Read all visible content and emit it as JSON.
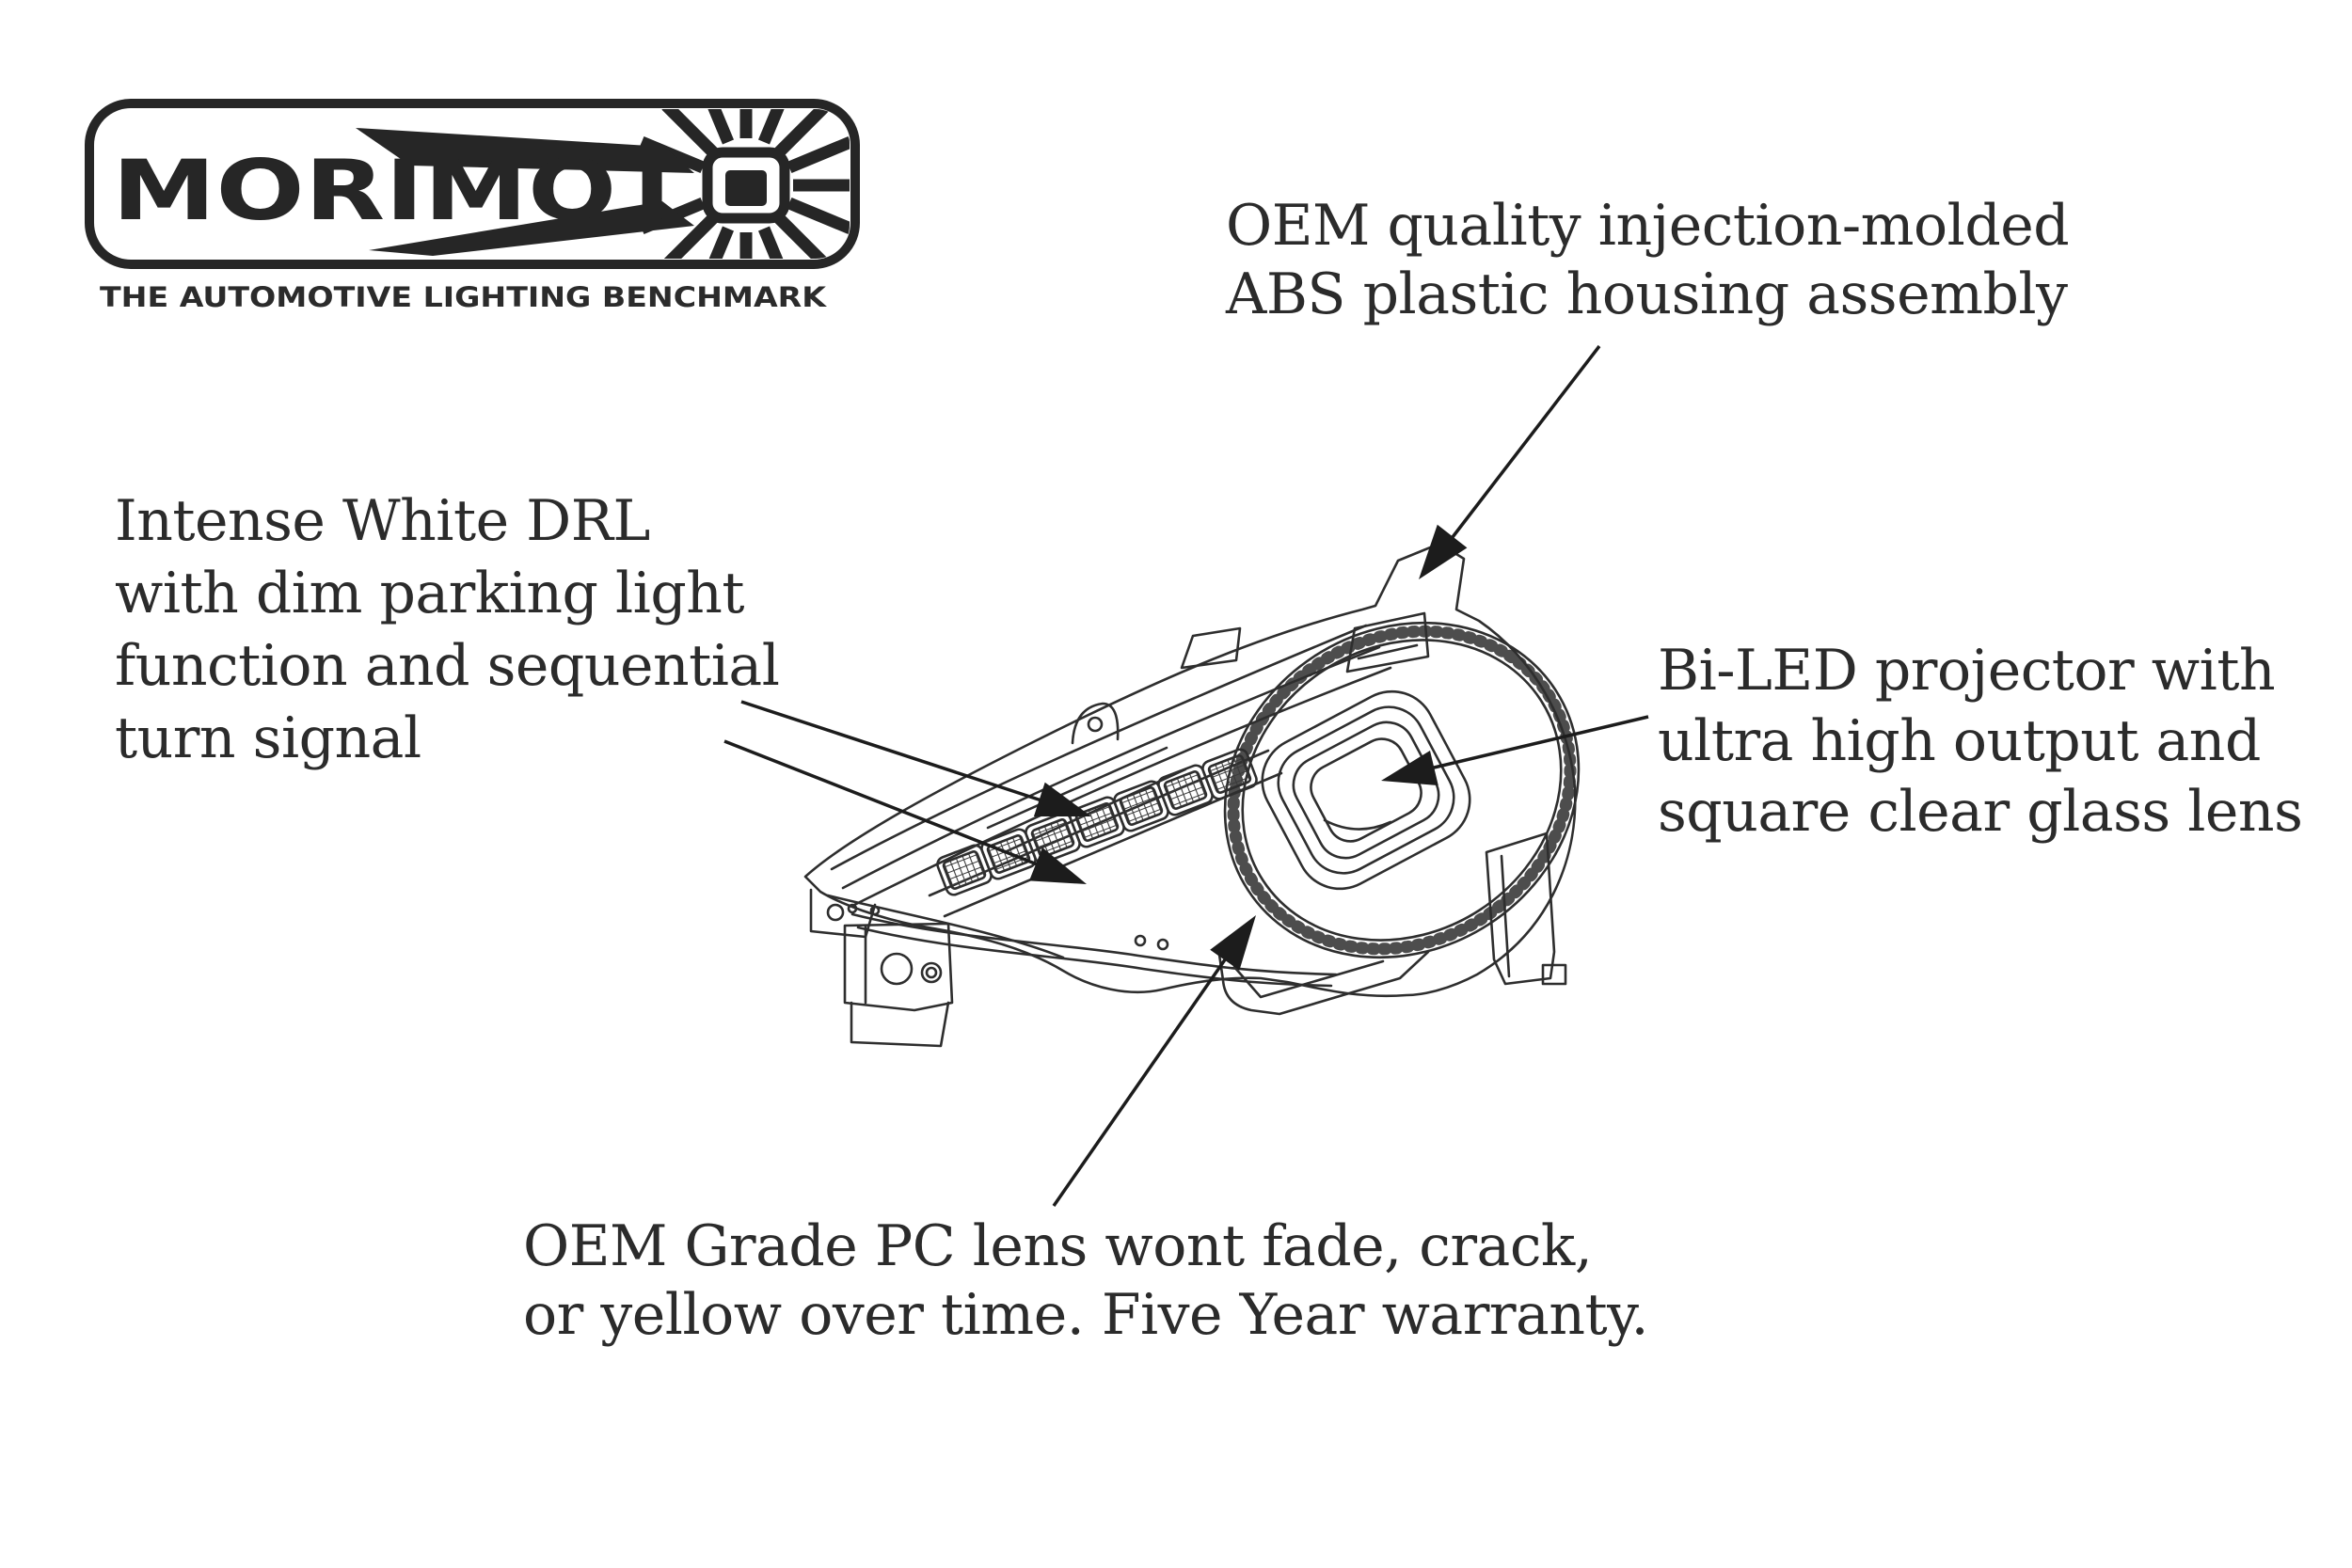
{
  "page": {
    "background": "#ffffff",
    "kind": "product-feature-diagram"
  },
  "logo": {
    "brand_full": "MORIMOTO",
    "brand_text": "MORIMOT",
    "emblem_icon": "sunburst-square-o",
    "tagline": "THE AUTOMOTIVE LIGHTING BENCHMARK"
  },
  "annotations": {
    "housing": {
      "lines": [
        "OEM quality injection-molded",
        "ABS plastic housing assembly"
      ]
    },
    "drl": {
      "lines": [
        "Intense White DRL",
        "with dim parking light",
        "function and sequential",
        "turn signal"
      ]
    },
    "projector": {
      "lines": [
        "Bi-LED projector with",
        "ultra high output and",
        "square clear glass lens"
      ]
    },
    "lens": {
      "lines": [
        "OEM Grade PC lens wont fade, crack,",
        "or yellow over time. Five Year warranty."
      ]
    }
  },
  "illustration": {
    "subject": "headlight-assembly-line-drawing",
    "led_segments": 7
  },
  "colors": {
    "ink": "#262626",
    "text": "#2b2b2b",
    "line_art": "#2e2e2e",
    "background": "#ffffff"
  }
}
